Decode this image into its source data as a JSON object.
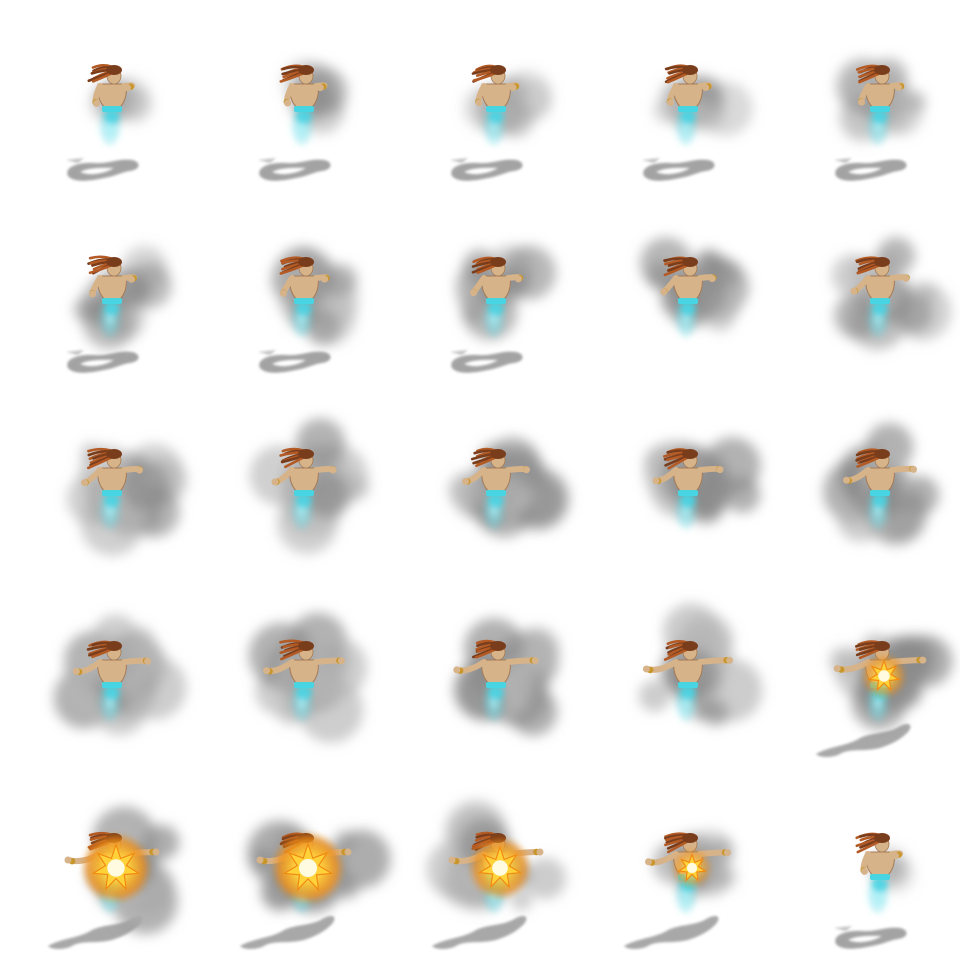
{
  "sprite_sheet": {
    "grid": {
      "columns": 5,
      "rows": 5
    },
    "colors": {
      "background": "#ffffff",
      "smoke": "#8a8a8a",
      "smoke_light": "#b5b5b5",
      "shadow": "#9a9a9a",
      "skin": "#d7b38a",
      "skin_dark": "#a57b56",
      "hair": "#7a3d1c",
      "hair_light": "#b35a25",
      "bracelet": "#c8962b",
      "spirit_tail": "#47d4e3",
      "spirit_glow": "#aef4fb",
      "burst_core": "#fffbe0",
      "burst_mid": "#ffd23a",
      "burst_outer": "#f08a12"
    },
    "frames": [
      {
        "index": 1,
        "smoke": 0.25,
        "arms": 0.05,
        "burst": 0.0,
        "shadow": "curl"
      },
      {
        "index": 2,
        "smoke": 0.35,
        "arms": 0.08,
        "burst": 0.0,
        "shadow": "curl"
      },
      {
        "index": 3,
        "smoke": 0.45,
        "arms": 0.1,
        "burst": 0.0,
        "shadow": "curl"
      },
      {
        "index": 4,
        "smoke": 0.55,
        "arms": 0.12,
        "burst": 0.0,
        "shadow": "curl"
      },
      {
        "index": 5,
        "smoke": 0.62,
        "arms": 0.15,
        "burst": 0.0,
        "shadow": "curl"
      },
      {
        "index": 6,
        "smoke": 0.7,
        "arms": 0.18,
        "burst": 0.0,
        "shadow": "curl"
      },
      {
        "index": 7,
        "smoke": 0.74,
        "arms": 0.22,
        "burst": 0.0,
        "shadow": "curl"
      },
      {
        "index": 8,
        "smoke": 0.78,
        "arms": 0.28,
        "burst": 0.0,
        "shadow": "curl"
      },
      {
        "index": 9,
        "smoke": 0.8,
        "arms": 0.34,
        "burst": 0.0,
        "shadow": "none"
      },
      {
        "index": 10,
        "smoke": 0.82,
        "arms": 0.4,
        "burst": 0.0,
        "shadow": "none"
      },
      {
        "index": 11,
        "smoke": 0.85,
        "arms": 0.45,
        "burst": 0.0,
        "shadow": "none"
      },
      {
        "index": 12,
        "smoke": 0.87,
        "arms": 0.5,
        "burst": 0.0,
        "shadow": "none"
      },
      {
        "index": 13,
        "smoke": 0.88,
        "arms": 0.55,
        "burst": 0.0,
        "shadow": "none"
      },
      {
        "index": 14,
        "smoke": 0.9,
        "arms": 0.6,
        "burst": 0.0,
        "shadow": "none"
      },
      {
        "index": 15,
        "smoke": 0.9,
        "arms": 0.65,
        "burst": 0.0,
        "shadow": "none"
      },
      {
        "index": 16,
        "smoke": 0.92,
        "arms": 0.72,
        "burst": 0.0,
        "shadow": "none"
      },
      {
        "index": 17,
        "smoke": 0.92,
        "arms": 0.78,
        "burst": 0.0,
        "shadow": "none"
      },
      {
        "index": 18,
        "smoke": 0.93,
        "arms": 0.84,
        "burst": 0.0,
        "shadow": "none"
      },
      {
        "index": 19,
        "smoke": 0.94,
        "arms": 0.92,
        "burst": 0.0,
        "shadow": "none"
      },
      {
        "index": 20,
        "smoke": 0.95,
        "arms": 0.96,
        "burst": 0.45,
        "shadow": "flat"
      },
      {
        "index": 21,
        "smoke": 1.0,
        "arms": 1.0,
        "burst": 0.95,
        "shadow": "flat"
      },
      {
        "index": 22,
        "smoke": 1.0,
        "arms": 1.0,
        "burst": 1.0,
        "shadow": "flat"
      },
      {
        "index": 23,
        "smoke": 0.95,
        "arms": 1.0,
        "burst": 0.8,
        "shadow": "flat"
      },
      {
        "index": 24,
        "smoke": 0.55,
        "arms": 0.85,
        "burst": 0.35,
        "shadow": "flat"
      },
      {
        "index": 25,
        "smoke": 0.1,
        "arms": 0.05,
        "burst": 0.0,
        "shadow": "curl"
      }
    ]
  }
}
